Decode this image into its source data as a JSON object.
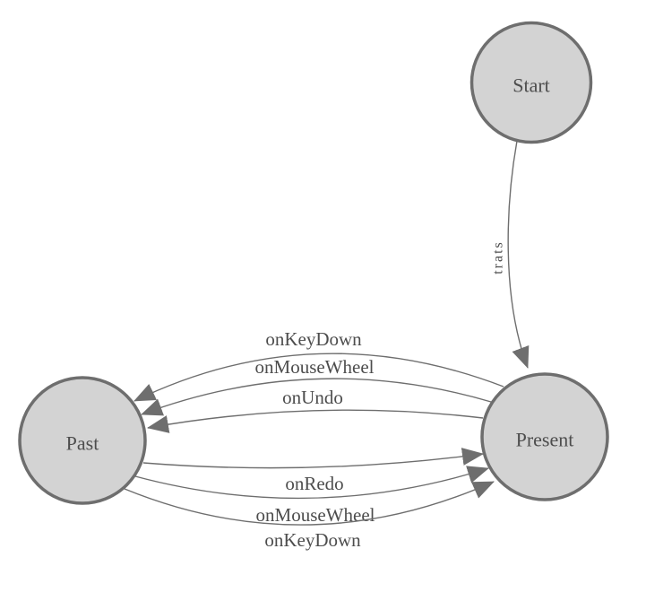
{
  "diagram": {
    "type": "state-machine",
    "colors": {
      "background": "#ffffff",
      "node_fill": "#d3d3d3",
      "node_stroke": "#6e6e6e",
      "edge_stroke": "#6e6e6e",
      "arrowhead_fill": "#6e6e6e",
      "label_text": "#4d4d4d"
    },
    "nodes": [
      {
        "id": "start",
        "label": "Start"
      },
      {
        "id": "present",
        "label": "Present"
      },
      {
        "id": "past",
        "label": "Past"
      }
    ],
    "edges": [
      {
        "from": "Start",
        "to": "Present",
        "label": "start"
      },
      {
        "from": "Present",
        "to": "Past",
        "label": "onKeyDown"
      },
      {
        "from": "Present",
        "to": "Past",
        "label": "onMouseWheel"
      },
      {
        "from": "Present",
        "to": "Past",
        "label": "onUndo"
      },
      {
        "from": "Past",
        "to": "Present",
        "label": "onRedo"
      },
      {
        "from": "Past",
        "to": "Present",
        "label": "onMouseWheel"
      },
      {
        "from": "Past",
        "to": "Present",
        "label": "onKeyDown"
      }
    ]
  }
}
